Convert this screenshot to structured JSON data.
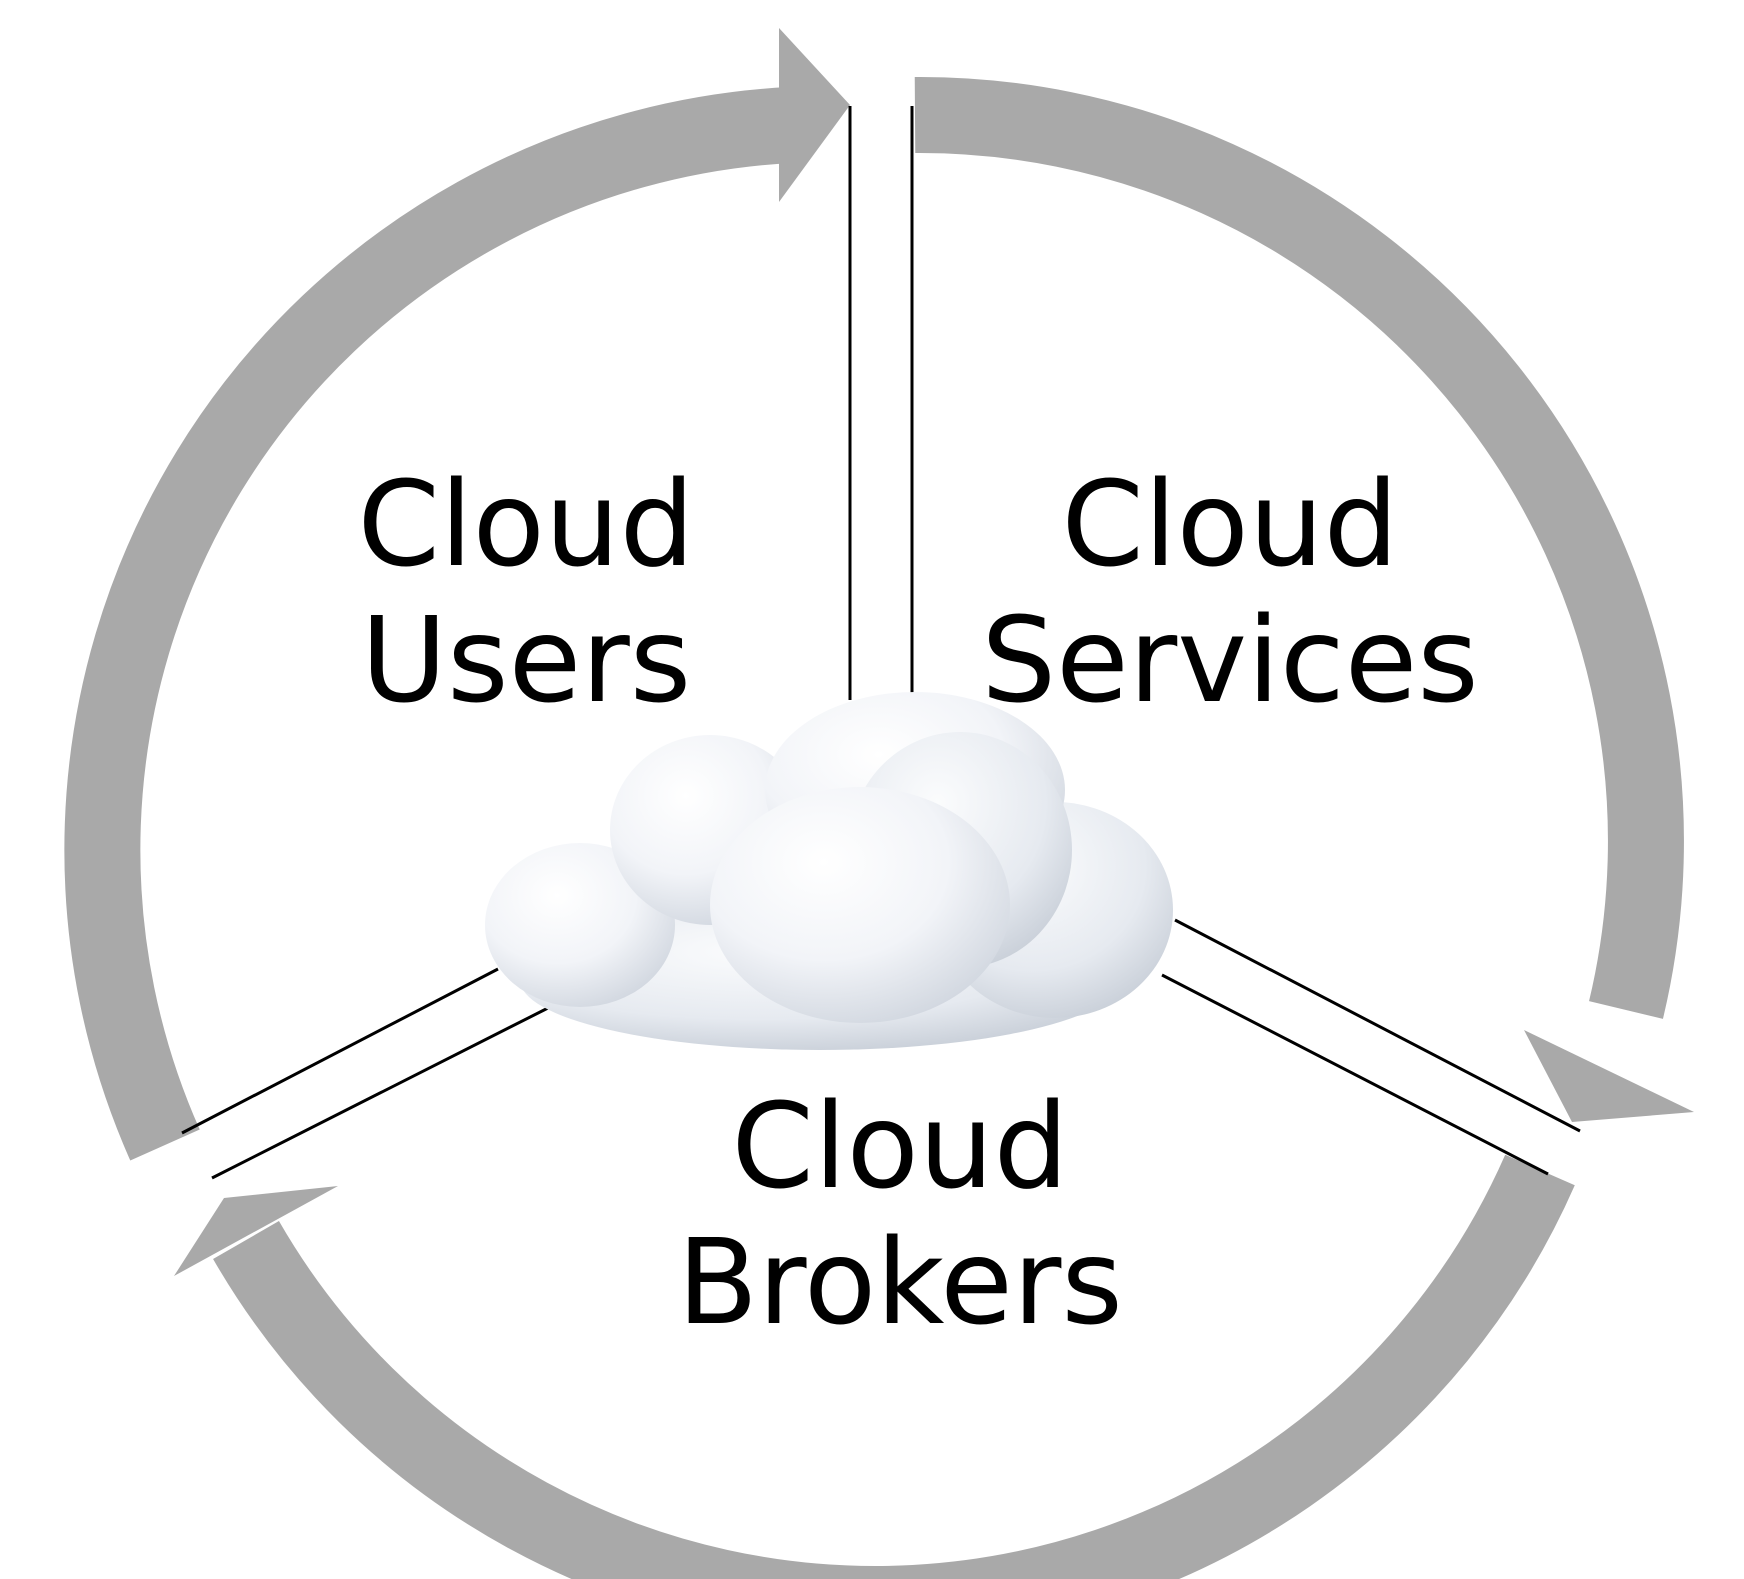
{
  "colors": {
    "arrow": "#a9a9a9",
    "divider": "#000000",
    "text": "#000000",
    "background": "#ffffff"
  },
  "center_icon": "cloud-icon",
  "segments": [
    {
      "key": "users",
      "line1": "Cloud",
      "line2": "Users"
    },
    {
      "key": "services",
      "line1": "Cloud",
      "line2": "Services"
    },
    {
      "key": "brokers",
      "line1": "Cloud",
      "line2": "Brokers"
    }
  ]
}
